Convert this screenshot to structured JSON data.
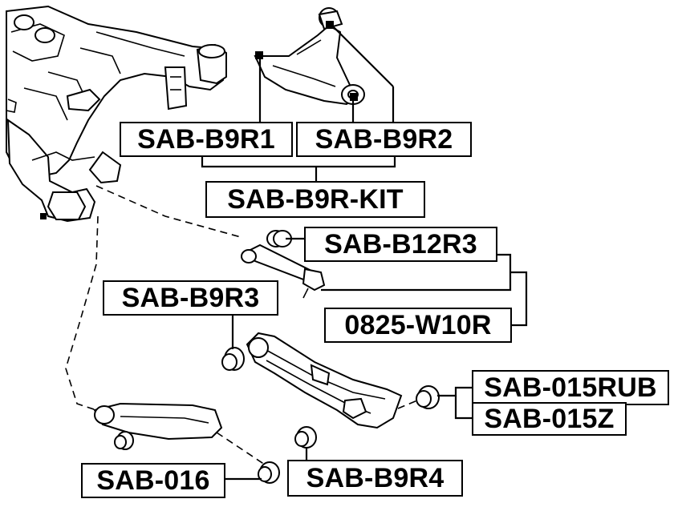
{
  "labels": {
    "sab_b9r1": "SAB-B9R1",
    "sab_b9r2": "SAB-B9R2",
    "sab_b9r_kit": "SAB-B9R-KIT",
    "sab_b12r3": "SAB-B12R3",
    "sab_b9r3": "SAB-B9R3",
    "w10r": "0825-W10R",
    "sab_015rub": "SAB-015RUB",
    "sab_015z": "SAB-015Z",
    "sab_016": "SAB-016",
    "sab_b9r4": "SAB-B9R4"
  },
  "colors": {
    "ink": "#000000",
    "background": "#ffffff"
  }
}
